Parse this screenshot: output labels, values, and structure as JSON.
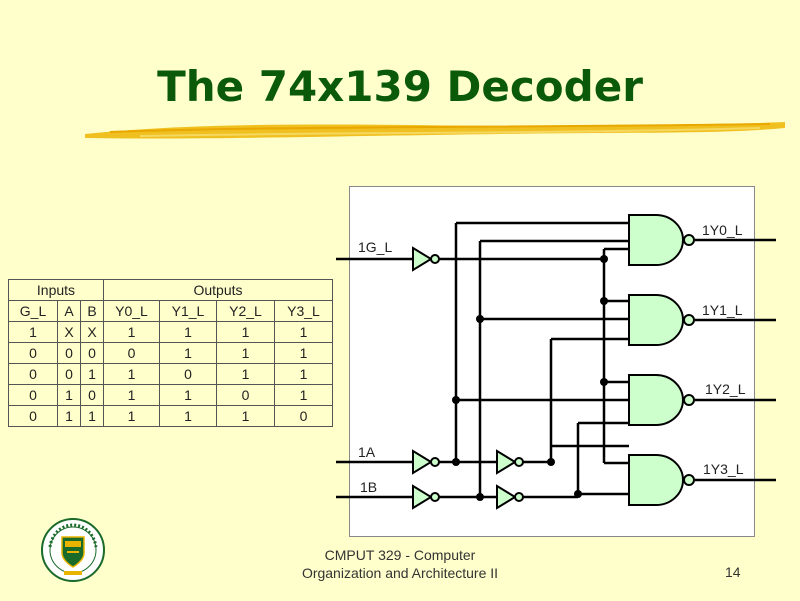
{
  "slide": {
    "title": "The 74x139 Decoder",
    "footer_line1": "CMPUT 329 - Computer",
    "footer_line2": "Organization and Architecture II",
    "page_number": "14"
  },
  "truth_table": {
    "group_headers": [
      "Inputs",
      "Outputs"
    ],
    "columns": [
      "G_L",
      "A",
      "B",
      "Y0_L",
      "Y1_L",
      "Y2_L",
      "Y3_L"
    ],
    "rows": [
      [
        "1",
        "X",
        "X",
        "1",
        "1",
        "1",
        "1"
      ],
      [
        "0",
        "0",
        "0",
        "0",
        "1",
        "1",
        "1"
      ],
      [
        "0",
        "0",
        "1",
        "1",
        "0",
        "1",
        "1"
      ],
      [
        "0",
        "1",
        "0",
        "1",
        "1",
        "0",
        "1"
      ],
      [
        "0",
        "1",
        "1",
        "1",
        "1",
        "1",
        "0"
      ]
    ]
  },
  "schematic": {
    "input_labels": {
      "g": "1G_L",
      "a": "1A",
      "b": "1B"
    },
    "output_labels": [
      "1Y0_L",
      "1Y1_L",
      "1Y2_L",
      "1Y3_L"
    ]
  },
  "logo": {
    "icon": "university-of-alberta-crest-icon",
    "colors": {
      "green": "#1a6a2a",
      "gold": "#e8b400"
    }
  },
  "colors": {
    "background": "#ffffcc",
    "title": "#0a5a0a",
    "gate_fill": "#ccffcc",
    "swoosh": "#f0c020"
  }
}
